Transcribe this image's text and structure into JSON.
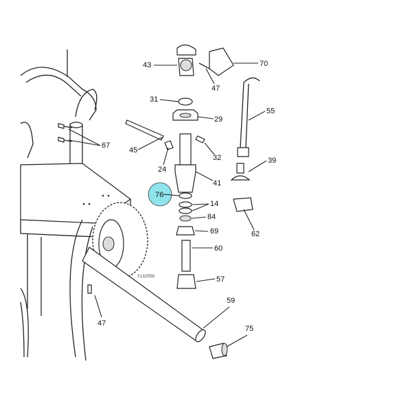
{
  "diagram": {
    "figure_id": "ti3255b",
    "highlight_color": "#8fe3ea",
    "highlighted_part": "76",
    "callouts": [
      "43",
      "70",
      "47",
      "31",
      "29",
      "55",
      "67",
      "45",
      "24",
      "32",
      "39",
      "41",
      "76",
      "14",
      "84",
      "62",
      "69",
      "60",
      "57",
      "47",
      "59",
      "75"
    ]
  }
}
